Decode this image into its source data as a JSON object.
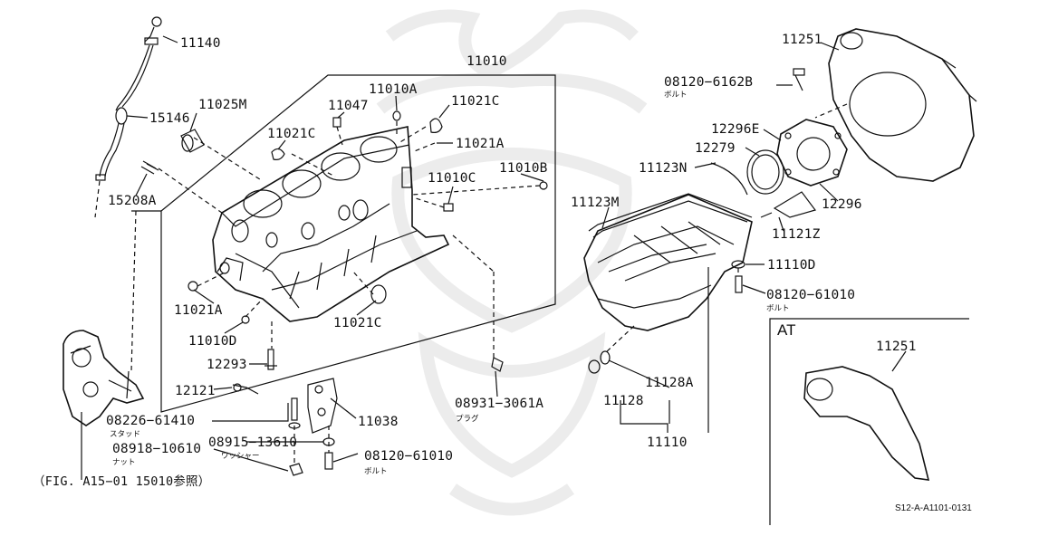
{
  "diagram": {
    "parts": [
      {
        "id": "11140",
        "label": "11140"
      },
      {
        "id": "11025M",
        "label": "11025M"
      },
      {
        "id": "15146",
        "label": "15146"
      },
      {
        "id": "15208A",
        "label": "15208A"
      },
      {
        "id": "11010",
        "label": "11010"
      },
      {
        "id": "11010A",
        "label": "11010A"
      },
      {
        "id": "11047",
        "label": "11047"
      },
      {
        "id": "11021C_a",
        "label": "11021C"
      },
      {
        "id": "11021C_b",
        "label": "11021C"
      },
      {
        "id": "11021A_a",
        "label": "11021A"
      },
      {
        "id": "11010B",
        "label": "11010B"
      },
      {
        "id": "11010C",
        "label": "11010C"
      },
      {
        "id": "11021A_b",
        "label": "11021A"
      },
      {
        "id": "11021C_c",
        "label": "11021C"
      },
      {
        "id": "11010D",
        "label": "11010D"
      },
      {
        "id": "12293",
        "label": "12293"
      },
      {
        "id": "12121",
        "label": "12121"
      },
      {
        "id": "08226-61410",
        "label": "08226−61410",
        "sub": "スタッド"
      },
      {
        "id": "08918-10610",
        "label": "08918−10610",
        "sub": "ナット"
      },
      {
        "id": "08915-13610",
        "label": "08915−13610",
        "sub": "ワッシャー"
      },
      {
        "id": "08120-61010_a",
        "label": "08120−61010",
        "sub": "ボルト"
      },
      {
        "id": "11038",
        "label": "11038"
      },
      {
        "id": "08931-3061A",
        "label": "08931−3061A",
        "sub": "プラグ"
      },
      {
        "id": "11251_a",
        "label": "11251"
      },
      {
        "id": "08120-6162B",
        "label": "08120−6162B",
        "sub": "ボルト"
      },
      {
        "id": "12296E",
        "label": "12296E"
      },
      {
        "id": "12279",
        "label": "12279"
      },
      {
        "id": "11123N",
        "label": "11123N"
      },
      {
        "id": "12296",
        "label": "12296"
      },
      {
        "id": "11123M",
        "label": "11123M"
      },
      {
        "id": "11121Z",
        "label": "11121Z"
      },
      {
        "id": "11110D",
        "label": "11110D"
      },
      {
        "id": "08120-61010_b",
        "label": "08120−61010",
        "sub": "ボルト"
      },
      {
        "id": "11128A",
        "label": "11128A"
      },
      {
        "id": "11128",
        "label": "11128"
      },
      {
        "id": "11110",
        "label": "11110"
      },
      {
        "id": "11251_b",
        "label": "11251"
      }
    ],
    "reference_note": "（FIG. A15−01  15010参照）",
    "inset_title": "AT",
    "figure_code": "S12-A-A1101-0131"
  }
}
